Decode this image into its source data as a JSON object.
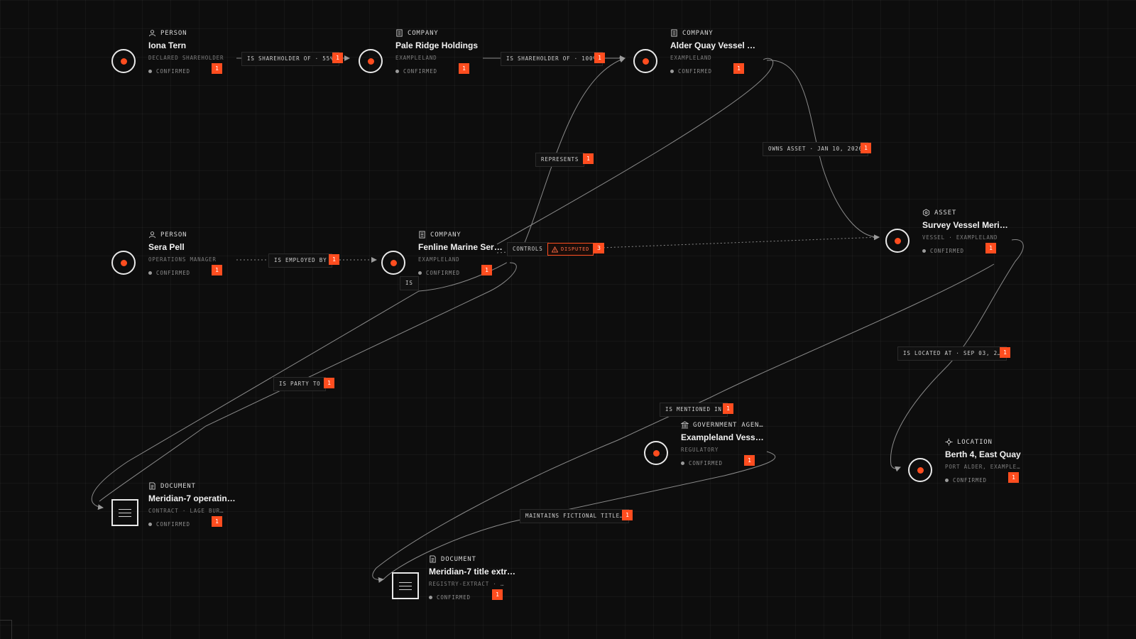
{
  "nodes": [
    {
      "id": "iona",
      "type": "PERSON",
      "title": "Iona Tern",
      "subtitle": "DECLARED SHAREHOLDER",
      "status": "CONFIRMED",
      "count": "1",
      "icon": "person-icon"
    },
    {
      "id": "pale",
      "type": "COMPANY",
      "title": "Pale Ridge Holdings",
      "subtitle": "EXAMPLELAND",
      "status": "CONFIRMED",
      "count": "1",
      "icon": "building-icon"
    },
    {
      "id": "alder",
      "type": "COMPANY",
      "title": "Alder Quay Vessel …",
      "subtitle": "EXAMPLELAND",
      "status": "CONFIRMED",
      "count": "1",
      "icon": "building-icon"
    },
    {
      "id": "sera",
      "type": "PERSON",
      "title": "Sera Pell",
      "subtitle": "OPERATIONS MANAGER",
      "status": "CONFIRMED",
      "count": "1",
      "icon": "person-icon"
    },
    {
      "id": "fenline",
      "type": "COMPANY",
      "title": "Fenline Marine Ser…",
      "subtitle": "EXAMPLELAND",
      "status": "CONFIRMED",
      "count": "1",
      "icon": "building-icon"
    },
    {
      "id": "survey",
      "type": "ASSET",
      "title": "Survey Vessel Meri…",
      "subtitle": "VESSEL · EXAMPLELAND",
      "status": "CONFIRMED",
      "count": "1",
      "icon": "asset-icon"
    },
    {
      "id": "gov",
      "type": "GOVERNMENT AGEN…",
      "title": "Exampleland Vess…",
      "subtitle": "REGULATORY",
      "status": "CONFIRMED",
      "count": "1",
      "icon": "government-icon"
    },
    {
      "id": "berth",
      "type": "LOCATION",
      "title": "Berth 4, East Quay",
      "subtitle": "PORT ALDER, EXAMPLELA…",
      "status": "CONFIRMED",
      "count": "1",
      "icon": "location-icon"
    },
    {
      "id": "doc1",
      "type": "DOCUMENT",
      "title": "Meridian-7 operatin…",
      "subtitle": "CONTRACT · LAGE BUREA…",
      "status": "CONFIRMED",
      "count": "1",
      "icon": "document-icon"
    },
    {
      "id": "doc2",
      "type": "DOCUMENT",
      "title": "Meridian-7 title extr…",
      "subtitle": "REGISTRY-EXTRACT · LA…",
      "status": "CONFIRMED",
      "count": "1",
      "icon": "document-icon"
    }
  ],
  "edges": [
    {
      "id": "e1",
      "label": "IS SHAREHOLDER OF · 55%",
      "count": "1"
    },
    {
      "id": "e2",
      "label": "IS SHAREHOLDER OF · 100%",
      "count": "1"
    },
    {
      "id": "e3",
      "label": "REPRESENTS",
      "count": "1"
    },
    {
      "id": "e4",
      "label": "OWNS ASSET · JAN 10, 2026",
      "count": "1"
    },
    {
      "id": "e5",
      "label": "IS EMPLOYED BY",
      "count": "1"
    },
    {
      "id": "e6",
      "label": "CONTROLS",
      "count": "3",
      "flag": "DISPUTED"
    },
    {
      "id": "e7",
      "label": "IS",
      "count": ""
    },
    {
      "id": "e8",
      "label": "IS PARTY TO",
      "count": "1"
    },
    {
      "id": "e9",
      "label": "IS LOCATED AT · SEP 03, 2…",
      "count": "1"
    },
    {
      "id": "e10",
      "label": "IS MENTIONED IN",
      "count": "1"
    },
    {
      "id": "e11",
      "label": "MAINTAINS FICTIONAL TITLE…",
      "count": "1"
    }
  ],
  "colors": {
    "accent": "#ff4d1f",
    "background": "#0d0d0d",
    "edge": "#8a8a8a"
  }
}
